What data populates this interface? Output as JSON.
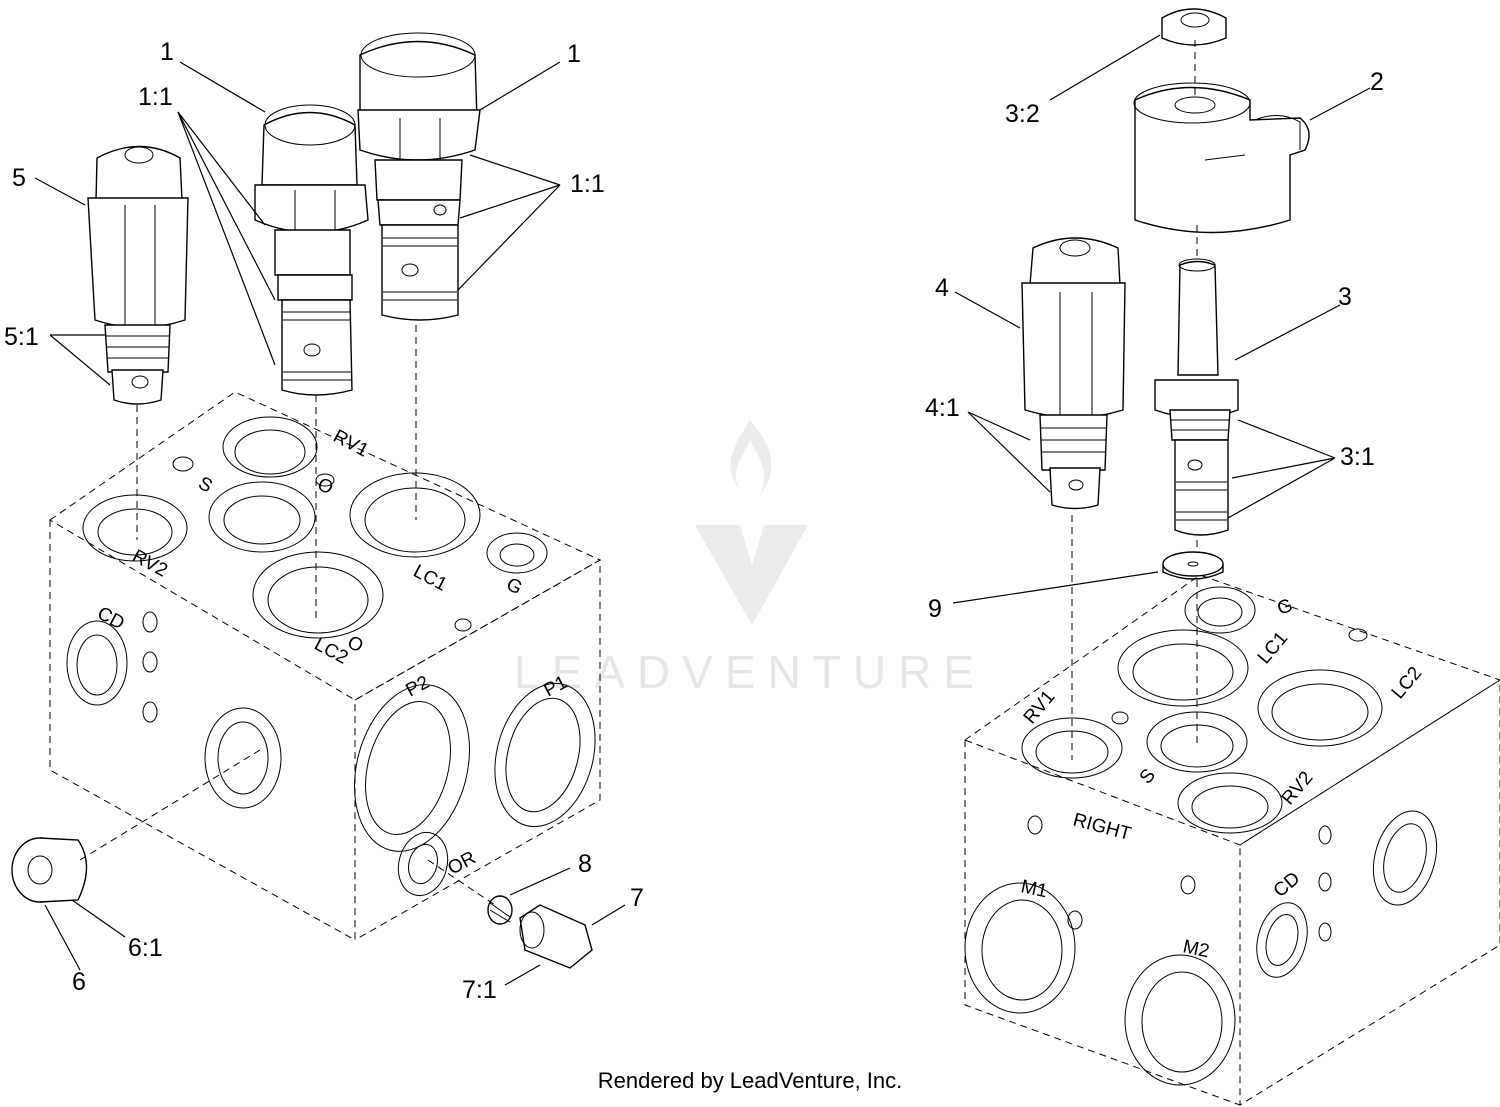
{
  "watermark": {
    "text": "LEADVENTURE",
    "color": "#e6e6e6"
  },
  "footer": {
    "text": "Rendered by LeadVenture, Inc."
  },
  "callouts": {
    "c1a": "1",
    "c1b": "1",
    "c11a": "1:1",
    "c11b": "1:1",
    "c5": "5",
    "c51": "5:1",
    "c6": "6",
    "c61": "6:1",
    "c7": "7",
    "c71": "7:1",
    "c8": "8",
    "c32": "3:2",
    "c2": "2",
    "c4": "4",
    "c3": "3",
    "c41": "4:1",
    "c31": "3:1",
    "c9": "9"
  },
  "ports_left": {
    "rv1": "RV1",
    "s": "S",
    "o": "O",
    "rv2": "RV2",
    "lc1": "LC1",
    "g": "G",
    "cd": "CD",
    "lc2": "LC2",
    "o2": "O",
    "p2": "P2",
    "p1": "P1",
    "or": "OR"
  },
  "ports_right": {
    "g": "G",
    "lc1": "LC1",
    "lc2": "LC2",
    "rv1": "RV1",
    "s": "S",
    "rv2": "RV2",
    "right": "RIGHT",
    "m1": "M1",
    "cd": "CD",
    "m2": "M2"
  }
}
